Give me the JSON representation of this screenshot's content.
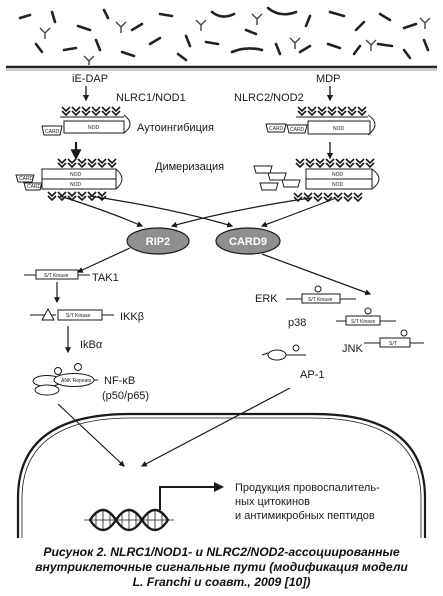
{
  "ligands": {
    "left": "iE-DAP",
    "right": "MDP"
  },
  "receptors": {
    "left": "NLRC1/NOD1",
    "right": "NLRC2/NOD2"
  },
  "steps": {
    "autoinhibition": "Аутоингибиция",
    "dimerization": "Димеризация"
  },
  "domains": {
    "card": "CARD",
    "nod": "NOD",
    "kinase": "S/T Kinase",
    "kinase_short": "S/T",
    "ank": "ANK Repeats"
  },
  "adaptors": {
    "rip2": "RIP2",
    "card9": "CARD9"
  },
  "left_pathway": {
    "tak1": "TAK1",
    "ikkb": "IKKβ",
    "ikba": "IkBα",
    "nfkb": "NF-κB",
    "nfkb_sub": "(p50/p65)"
  },
  "right_pathway": {
    "erk": "ERK",
    "p38": "p38",
    "jnk": "JNK",
    "ap1": "AP-1"
  },
  "nucleus": {
    "line1": "Продукция провоспалитель-",
    "line2": "ных цитокинов",
    "line3": "и антимикробных пептидов"
  },
  "caption": {
    "line1": "Рисунок 2. NLRC1/NOD1- и NLRC2/NOD2-ассоциированные",
    "line2": "внутриклеточные сигнальные пути (модификация модели",
    "line3": "L. Franchi и соавт., 2009 [10])"
  },
  "colors": {
    "ink": "#1a1a1a",
    "adaptor_fill": "#8f8f8f",
    "membrane": "#222222",
    "background": "#ffffff"
  }
}
